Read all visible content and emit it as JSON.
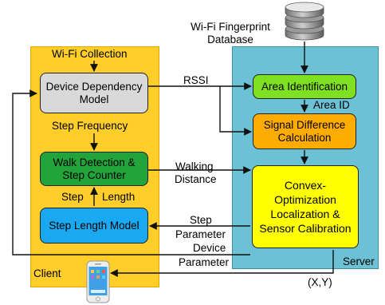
{
  "database": {
    "label_line1": "Wi-Fi Fingerprint",
    "label_line2": "Database"
  },
  "client": {
    "title": "Wi-Fi Collection",
    "panel_label": "Client",
    "device_model": "Device Dependency Model",
    "step_frequency": "Step Frequency",
    "walk_detection": "Walk Detection & Step Counter",
    "step_word": "Step",
    "length_word": "Length",
    "step_length_model": "Step Length Model"
  },
  "server": {
    "panel_label": "Server",
    "area_identification": "Area Identification",
    "signal_difference": "Signal Difference Calculation",
    "convex": "Convex-Optimization Localization & Sensor Calibration"
  },
  "edges": {
    "rssi": "RSSI",
    "area_id": "Area ID",
    "walking_line1": "Walking",
    "walking_line2": "Distance",
    "step_param_line1": "Step",
    "step_param_line2": "Parameter",
    "device_param_line1": "Device",
    "device_param_line2": "Parameter",
    "output": "(X,Y)"
  },
  "colors": {
    "client_bg": "#ffce2b",
    "server_bg": "#6cc2d4",
    "gray_box": "#d9d9d9",
    "green_box": "#22a43a",
    "light_green_box": "#7ee021",
    "orange_box": "#ffac00",
    "yellow_box": "#ffff00",
    "blue_box": "#1aa8f0"
  }
}
